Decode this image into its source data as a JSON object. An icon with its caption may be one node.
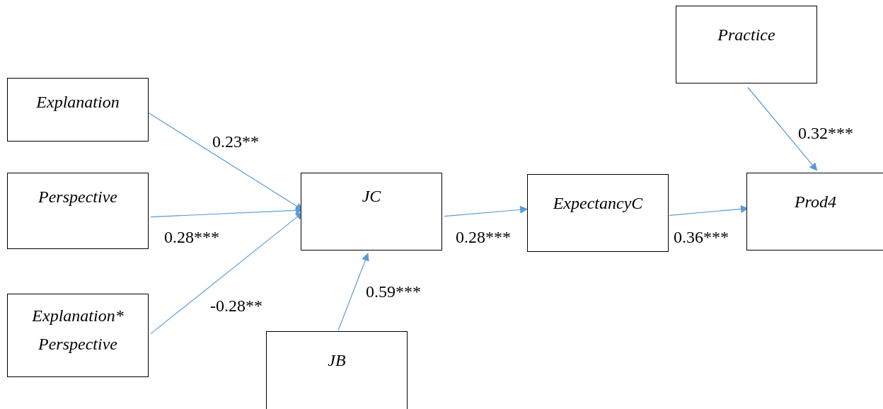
{
  "diagram": {
    "nodes": [
      {
        "text": [
          "Explanation"
        ]
      },
      {
        "text": [
          "Perspective"
        ]
      },
      {
        "text": [
          "Explanation* Perspective"
        ]
      },
      {
        "text": [
          "JC"
        ]
      },
      {
        "text": [
          "JB"
        ]
      },
      {
        "text": [
          "ExpectancyC"
        ]
      },
      {
        "text": [
          "Practice"
        ]
      },
      {
        "text": [
          "Prod4"
        ]
      }
    ],
    "edges": [
      {
        "from": 0,
        "to": 3,
        "arrow": "to",
        "label": "0.23**"
      },
      {
        "from": 1,
        "to": 3,
        "arrow": "to",
        "label": "0.28***"
      },
      {
        "from": 2,
        "to": 3,
        "arrow": "to",
        "label": "-0.28**"
      },
      {
        "from": 4,
        "to": 3,
        "arrow": "to",
        "label": "0.59***"
      },
      {
        "from": 3,
        "to": 5,
        "arrow": "to",
        "label": "0.28***"
      },
      {
        "from": 5,
        "to": 7,
        "arrow": "to",
        "label": "0.36***"
      },
      {
        "from": 6,
        "to": 7,
        "arrow": "to",
        "label": "0.32***"
      }
    ]
  }
}
